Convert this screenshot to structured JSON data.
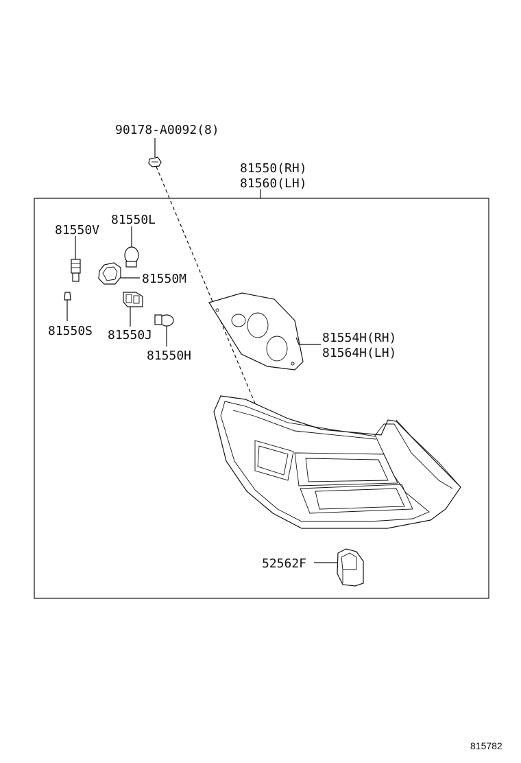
{
  "labels": {
    "screw": "90178-A0092(8)",
    "assy_rh": "81550(RH)",
    "assy_lh": "81560(LH)",
    "bulb_l": "81550L",
    "socket_v": "81550V",
    "socket_m": "81550M",
    "bulb_s": "81550S",
    "socket_j": "81550J",
    "bulb_h": "81550H",
    "gasket_rh": "81554H(RH)",
    "gasket_lh": "81564H(LH)",
    "clip": "52562F"
  },
  "reference": "815782"
}
